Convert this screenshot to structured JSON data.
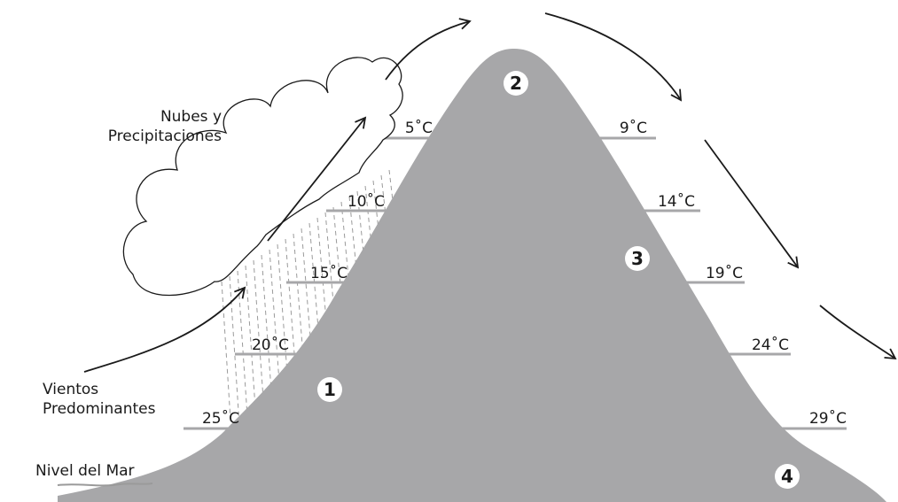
{
  "colors": {
    "mountain": "#a7a7a9",
    "temperature_line": "#a7a7a9",
    "outline": "#1a1a1a",
    "rain": "#9a9a9a",
    "sea_line": "#9a9a9a",
    "marker_fill": "#ffffff"
  },
  "labels": {
    "clouds_line1": "Nubes y",
    "clouds_line2": "Precipitaciones",
    "winds_line1": "Vientos",
    "winds_line2": "Predominantes",
    "sea_level": "Nivel del Mar"
  },
  "temperatures": [
    {
      "windward": "5˚C",
      "leeward": "9˚C"
    },
    {
      "windward": "10˚C",
      "leeward": "14˚C"
    },
    {
      "windward": "15˚C",
      "leeward": "19˚C"
    },
    {
      "windward": "20˚C",
      "leeward": "24˚C"
    },
    {
      "windward": "25˚C",
      "leeward": "29˚C"
    }
  ],
  "markers": [
    "1",
    "2",
    "3",
    "4"
  ]
}
